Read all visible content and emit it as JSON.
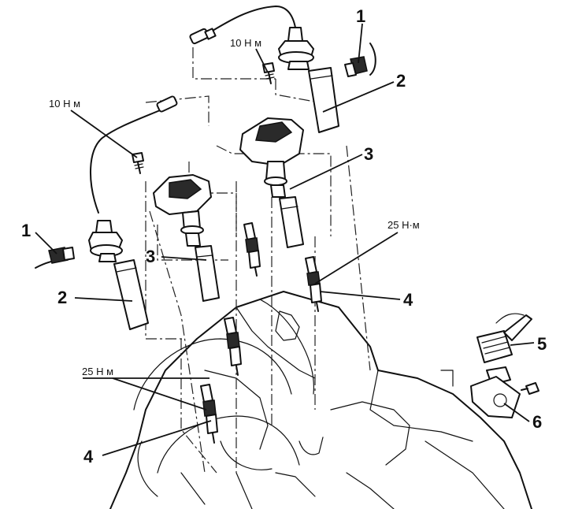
{
  "callouts": {
    "c1_top": "1",
    "c1_left": "1",
    "c2_top": "2",
    "c2_left": "2",
    "c3_top": "3",
    "c3_left": "3",
    "c4_right": "4",
    "c4_bottom": "4",
    "c5": "5",
    "c6": "6"
  },
  "torque_labels": {
    "top_bolt": "10 Н м",
    "left_bolt": "10 Н м",
    "right_plug": "25 Н·м",
    "bottom_plug": "25 Н м"
  }
}
